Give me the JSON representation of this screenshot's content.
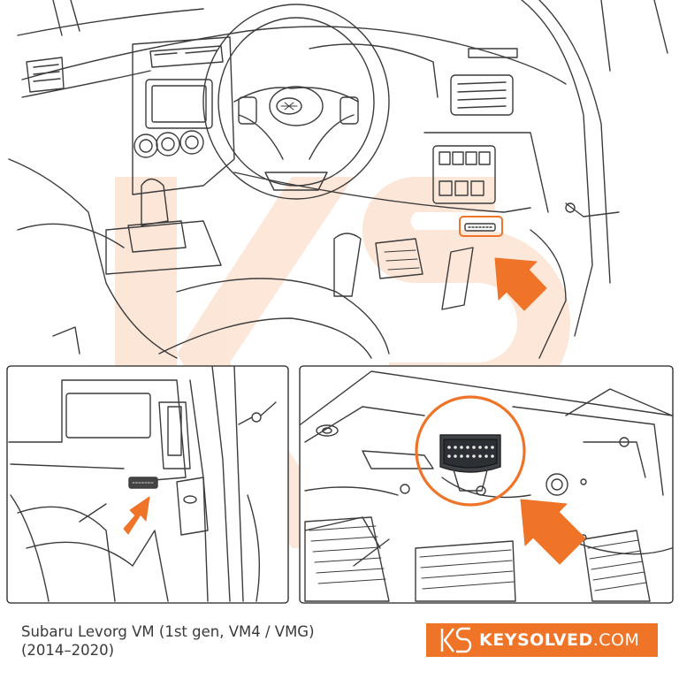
{
  "caption": {
    "line1": "Subaru Levorg VM (1st gen, VM4 / VMG)",
    "line2": "(2014–2020)"
  },
  "brand": {
    "name": "KEYSOLVED",
    "domain": ".COM",
    "color": "#f07428"
  },
  "icons": {
    "pointer": "orange-arrow-icon",
    "port": "obd2-port-icon",
    "logo": "keysolved-ks-logo"
  }
}
